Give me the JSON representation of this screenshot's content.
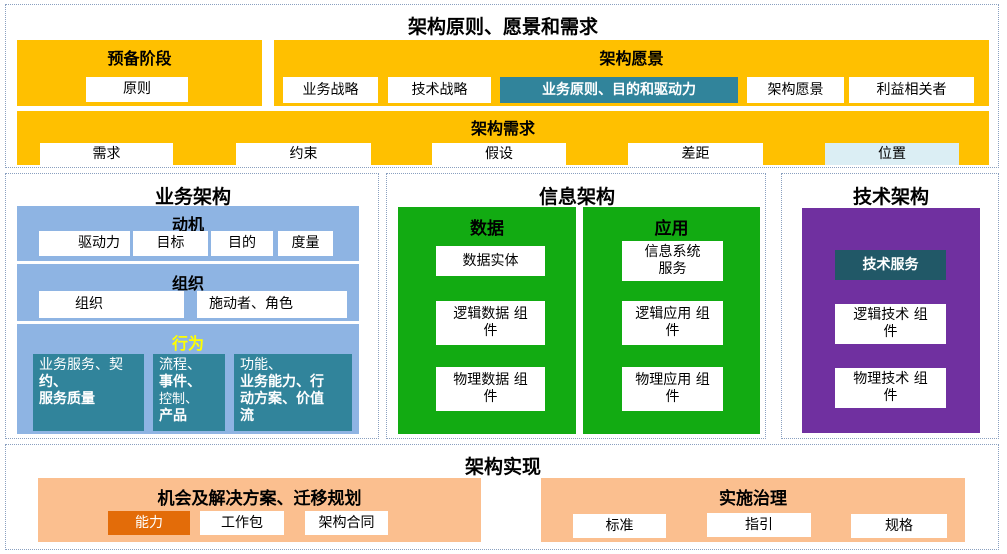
{
  "top": {
    "title": "架构原则、愿景和需求",
    "preliminary": {
      "title": "预备阶段",
      "principles": "原则"
    },
    "vision": {
      "title": "架构愿景",
      "items": [
        "业务战略",
        "技术战略",
        "业务原则、目的和驱动力",
        "架构愿景",
        "利益相关者"
      ]
    },
    "requirements": {
      "title": "架构需求",
      "items": [
        "需求",
        "约束",
        "假设",
        "差距",
        "位置"
      ]
    }
  },
  "business": {
    "title": "业务架构",
    "motivation": {
      "title": "动机",
      "items": [
        "驱动力",
        "目标",
        "目的",
        "度量"
      ]
    },
    "organization": {
      "title": "组织",
      "items": [
        "组织",
        "施动者、角色"
      ]
    },
    "behavior": {
      "title": "行为",
      "col1": {
        "line1": "业务服务、契",
        "line2": "约、",
        "line3": "服务质量"
      },
      "col2": {
        "line1": "流程、",
        "line2": "事件、",
        "line3": "控制、",
        "line4": "产品"
      },
      "col3": {
        "line1": "功能、",
        "line2": "业务能力、行",
        "line3": "动方案、价值",
        "line4": "流"
      }
    }
  },
  "information": {
    "title": "信息架构",
    "data": {
      "title": "数据",
      "entity": "数据实体",
      "logical": {
        "line1": "逻辑数据 组",
        "line2": "件"
      },
      "physical": {
        "line1": "物理数据 组",
        "line2": "件"
      }
    },
    "application": {
      "title": "应用",
      "service": {
        "line1": "信息系统",
        "line2": "服务"
      },
      "logical": {
        "line1": "逻辑应用 组",
        "line2": "件"
      },
      "physical": {
        "line1": "物理应用 组",
        "line2": "件"
      }
    }
  },
  "technology": {
    "title": "技术架构",
    "service": "技术服务",
    "logical": {
      "line1": "逻辑技术 组",
      "line2": "件"
    },
    "physical": {
      "line1": "物理技术 组",
      "line2": "件"
    }
  },
  "realization": {
    "title": "架构实现",
    "opportunities": {
      "title": "机会及解决方案、迁移规划",
      "items": [
        "能力",
        "工作包",
        "架构合同"
      ]
    },
    "governance": {
      "title": "实施治理",
      "items": [
        "标准",
        "指引",
        "规格"
      ]
    }
  },
  "colors": {
    "orange": "#ffc000",
    "teal": "#31849b",
    "blue": "#8eb4e3",
    "green": "#12ab12",
    "purple": "#7030a0",
    "salmon": "#fbbf8f",
    "dark_orange": "#e36c09",
    "pale_blue": "#dbeef4",
    "dark_teal": "#215867",
    "yellow_text": "#ffff00"
  }
}
